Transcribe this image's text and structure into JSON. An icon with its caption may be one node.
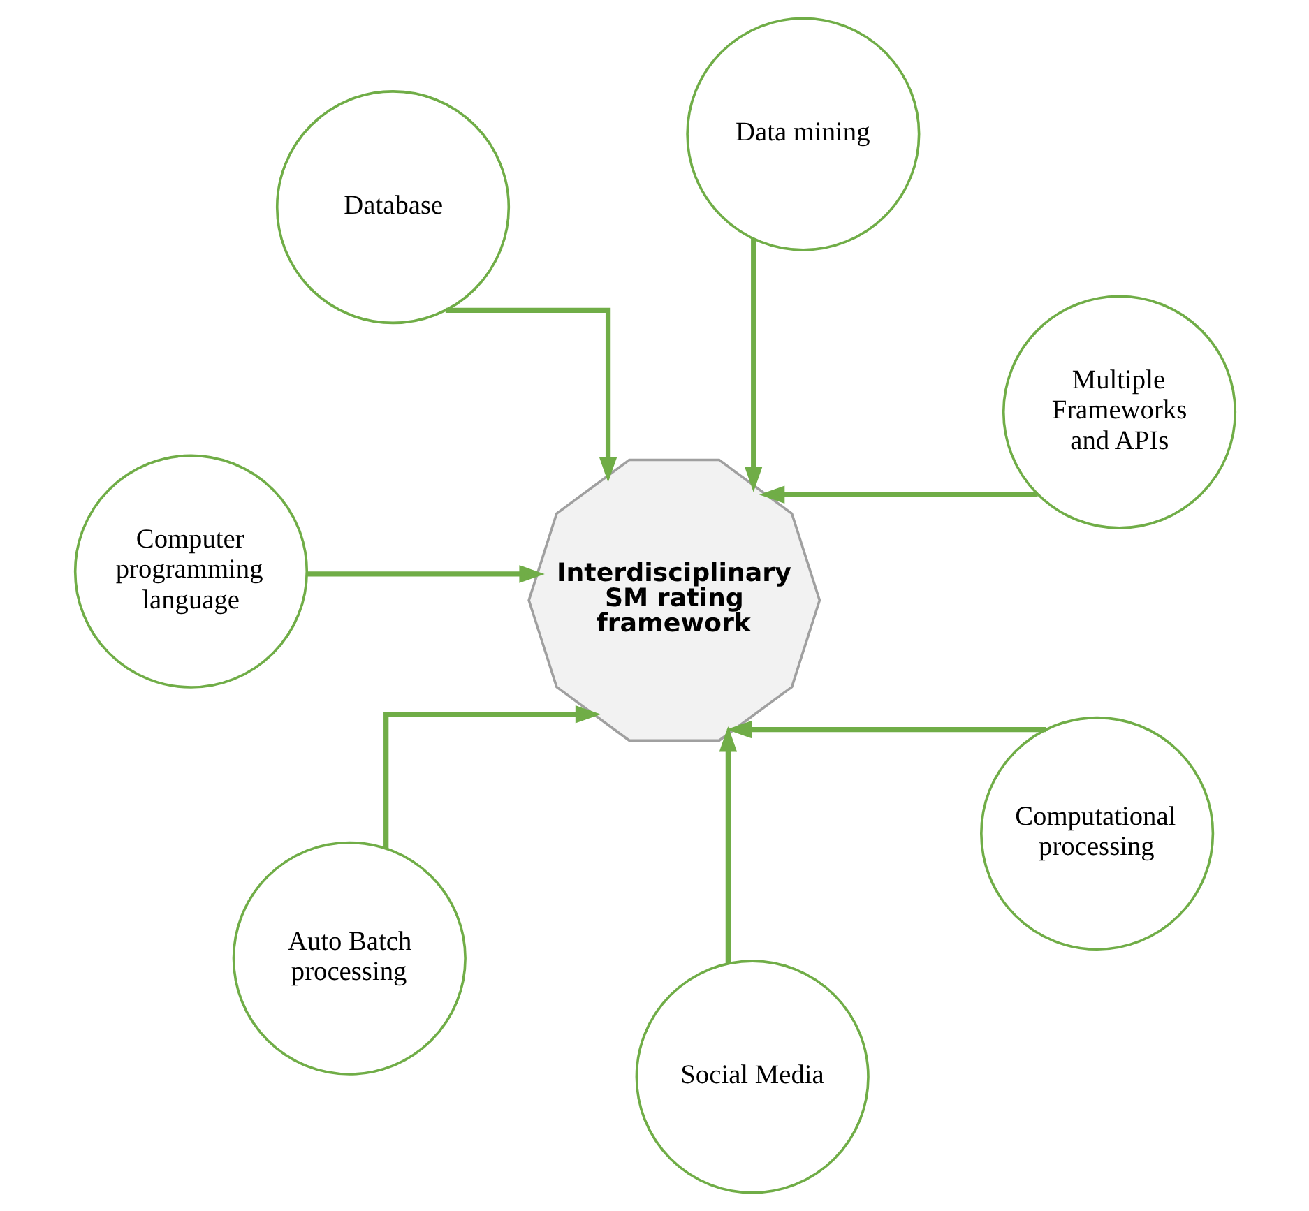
{
  "diagram": {
    "nodes": [
      {
        "text": [
          "Computer programming language"
        ]
      },
      {
        "text": [
          "Multiple Frameworks and APIs"
        ]
      },
      {
        "text": [
          "Social Media"
        ]
      },
      {
        "text": [
          "Data mining"
        ]
      },
      {
        "text": [
          "Interdisciplinary SM rating framework"
        ]
      },
      {
        "text": [
          "Database"
        ]
      },
      {
        "text": [
          "Auto Batch processing"
        ]
      },
      {
        "text": [
          "Computational processing"
        ]
      }
    ],
    "edges": [
      {
        "from": 0,
        "to": 4,
        "arrow": "to"
      },
      {
        "from": 1,
        "to": 4,
        "arrow": "to"
      },
      {
        "from": 2,
        "to": 4,
        "arrow": "to"
      },
      {
        "from": 3,
        "to": 4,
        "arrow": "to"
      },
      {
        "from": 5,
        "to": 4,
        "arrow": "to"
      },
      {
        "from": 6,
        "to": 4,
        "arrow": "to"
      },
      {
        "from": 7,
        "to": 4,
        "arrow": "to"
      }
    ]
  }
}
